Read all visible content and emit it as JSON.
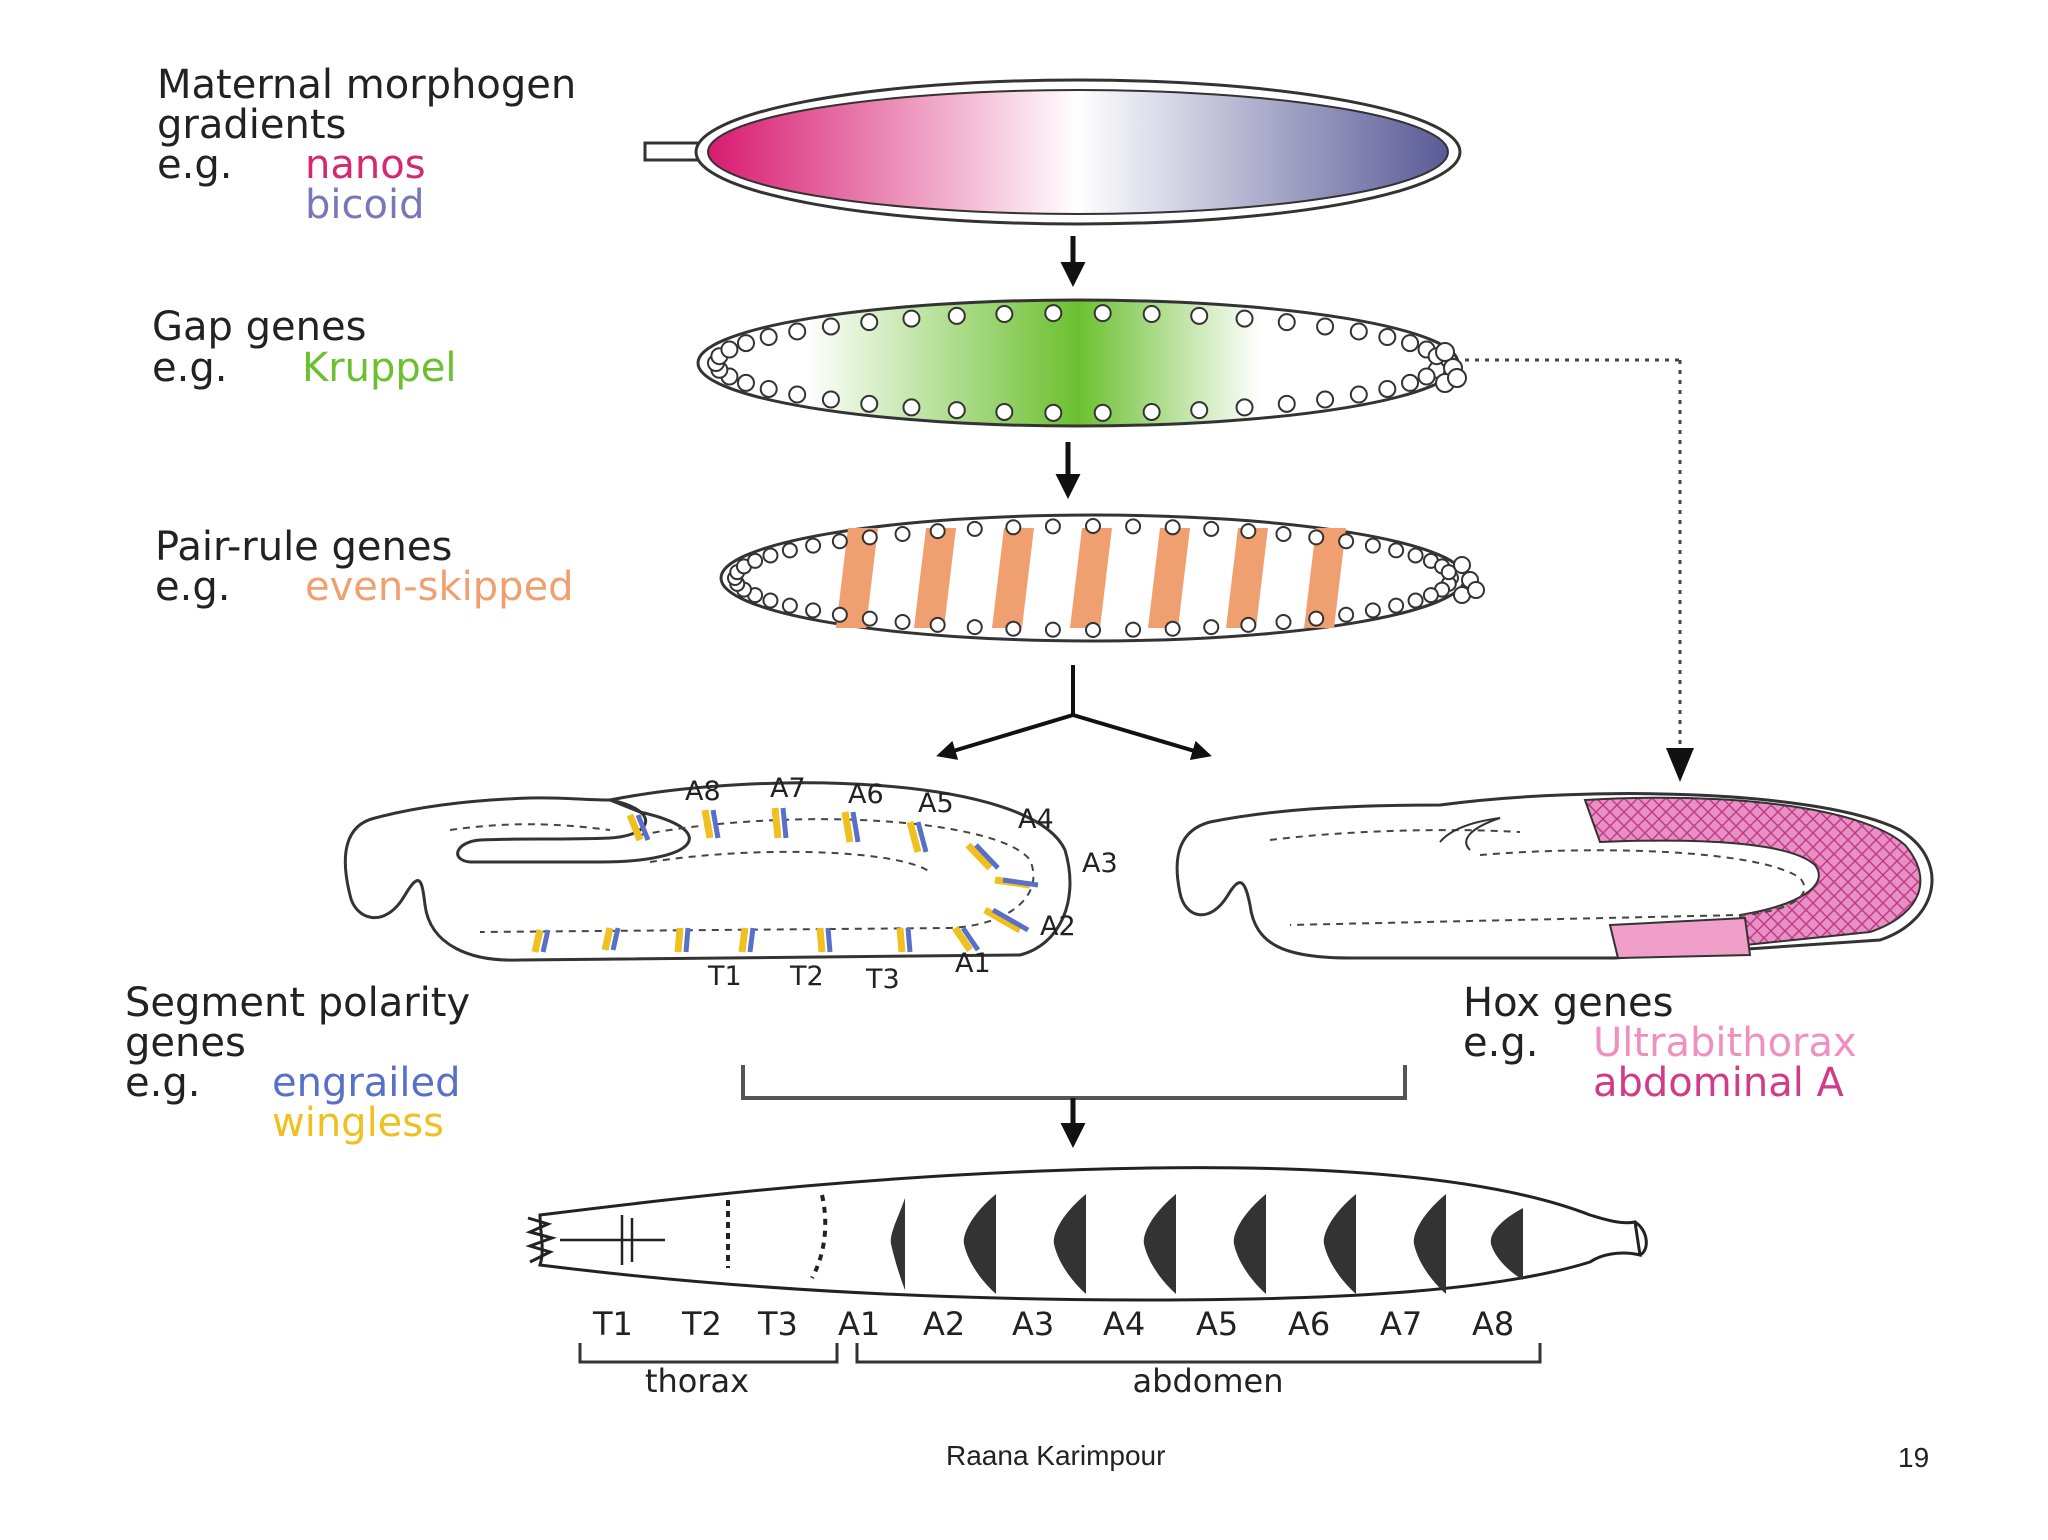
{
  "stages": {
    "maternal": {
      "title_line1": "Maternal morphogen",
      "title_line2": "gradients",
      "eg": "e.g.",
      "gene1": "nanos",
      "gene2": "bicoid",
      "gene1_color": "#d42870",
      "gene2_color": "#7878b8"
    },
    "gap": {
      "title": "Gap genes",
      "eg": "e.g.",
      "gene": "Kruppel",
      "gene_color": "#6cc030"
    },
    "pair_rule": {
      "title": "Pair-rule genes",
      "eg": "e.g.",
      "gene": "even-skipped",
      "gene_color": "#f0a070"
    },
    "segment_polarity": {
      "title_line1": "Segment polarity",
      "title_line2": "genes",
      "eg": "e.g.",
      "gene1": "engrailed",
      "gene2": "wingless",
      "gene1_color": "#5870c8",
      "gene2_color": "#f0c020"
    },
    "hox": {
      "title": "Hox genes",
      "eg": "e.g.",
      "gene1": "Ultrabithorax",
      "gene2": "abdominal A",
      "gene1_color": "#f090c0",
      "gene2_color": "#d03c88"
    }
  },
  "embryo_segments": [
    "A8",
    "A7",
    "A6",
    "A5",
    "A4",
    "A3",
    "A2",
    "A1",
    "T1",
    "T2",
    "T3"
  ],
  "larva_segments": [
    "T1",
    "T2",
    "T3",
    "A1",
    "A2",
    "A3",
    "A4",
    "A5",
    "A6",
    "A7",
    "A8"
  ],
  "regions": {
    "thorax": "thorax",
    "abdomen": "abdomen"
  },
  "footer": {
    "author": "Raana Karimpour",
    "page_number": "19"
  }
}
